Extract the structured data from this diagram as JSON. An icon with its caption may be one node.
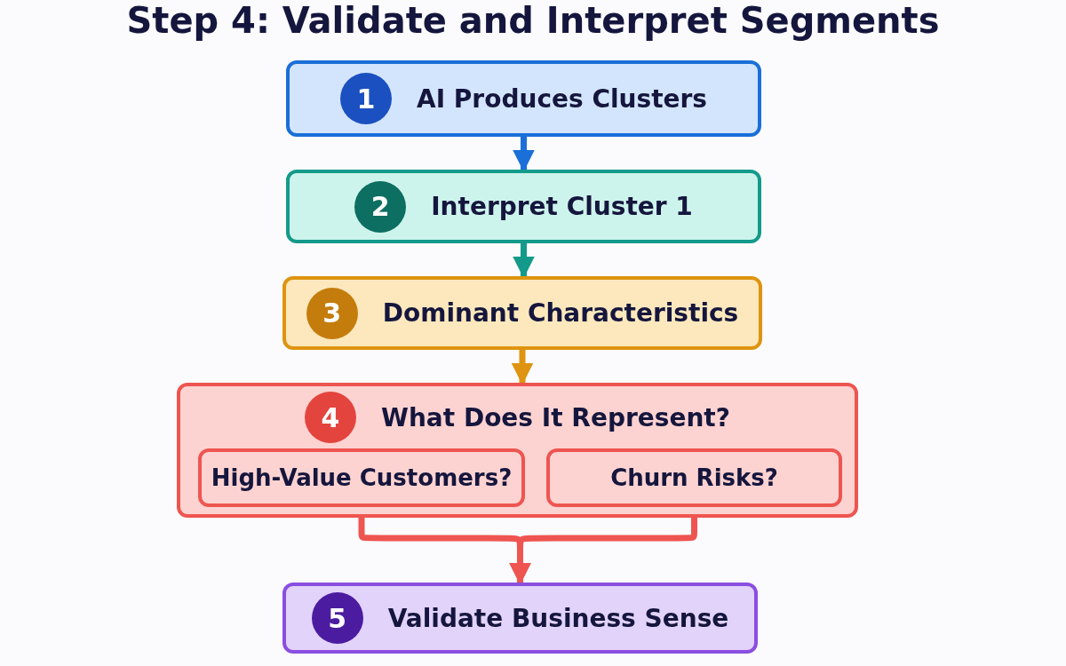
{
  "diagram": {
    "title": "Step 4: Validate and Interpret Segments",
    "nodes": [
      {
        "text": [
          "1",
          "AI Produces Clusters"
        ]
      },
      {
        "text": [
          "2",
          "Interpret Cluster 1"
        ]
      },
      {
        "text": [
          "3",
          "Dominant Characteristics"
        ]
      },
      {
        "text": [
          "4",
          "What Does It Represent?"
        ]
      },
      {
        "text": [
          "High-Value Customers?"
        ],
        "in": 3
      },
      {
        "text": [
          "Churn Risks?"
        ],
        "in": 3
      },
      {
        "text": [
          "5",
          "Validate Business Sense"
        ]
      }
    ],
    "edges": [
      {
        "from": 0,
        "to": 1,
        "arrow": "to",
        "color": "#1a6fd8"
      },
      {
        "from": 1,
        "to": 2,
        "arrow": "to",
        "color": "#139a8a"
      },
      {
        "from": 2,
        "to": 3,
        "arrow": "to",
        "color": "#de9410"
      },
      {
        "from": 4,
        "to": 6,
        "arrow": "to"
      },
      {
        "from": 5,
        "to": 6,
        "arrow": "to"
      }
    ]
  }
}
